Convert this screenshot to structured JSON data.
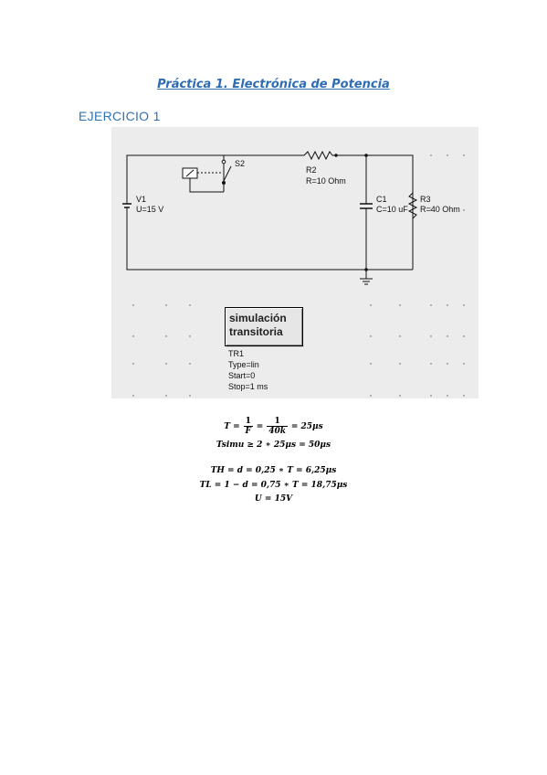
{
  "document": {
    "title": "Práctica 1. Electrónica de Potencia",
    "section_heading": "EJERCICIO 1"
  },
  "schematic": {
    "source": {
      "name": "V1",
      "value": "U=15 V"
    },
    "switch": {
      "name": "S2"
    },
    "resistor_r2": {
      "name": "R2",
      "value": "R=10 Ohm"
    },
    "capacitor_c1": {
      "name": "C1",
      "value": "C=10 uF"
    },
    "resistor_r3": {
      "name": "R3",
      "value": "R=40 Ohm"
    },
    "simulation_block": {
      "line1": "simulación",
      "line2": "transitoria",
      "name": "TR1",
      "type": "Type=lin",
      "start": "Start=0",
      "stop": "Stop=1 ms"
    }
  },
  "equations": {
    "eq1": {
      "lhs": "T =",
      "frac1_num": "1",
      "frac1_den": "F",
      "eq": "=",
      "frac2_num": "1",
      "frac2_den": "40k",
      "rhs": "= 25μs"
    },
    "eq2": "Tsimu ≥ 2 ∗ 25μs = 50μs",
    "eq3": "TH = d = 0,25 ∗ T = 6,25μs",
    "eq4": "TL = 1 − d = 0,75 ∗ T = 18,75μs",
    "eq5": "U = 15V"
  }
}
